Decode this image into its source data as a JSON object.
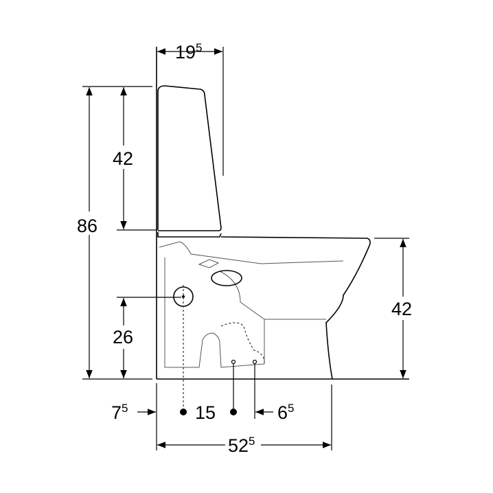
{
  "dimensions": {
    "tank_depth": {
      "main": "19",
      "sup": "5"
    },
    "tank_height": {
      "main": "42"
    },
    "total_height": {
      "main": "86"
    },
    "seat_height": {
      "main": "42"
    },
    "inlet_height": {
      "main": "26"
    },
    "wall_to_inlet": {
      "main": "7",
      "sup": "5"
    },
    "inlet_spacing": {
      "main": "15"
    },
    "outlet_offset": {
      "main": "6",
      "sup": "5"
    },
    "total_depth": {
      "main": "52",
      "sup": "5"
    }
  }
}
